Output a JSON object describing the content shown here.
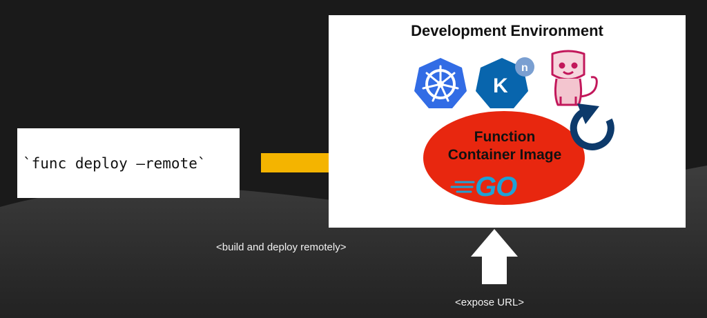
{
  "command": {
    "text": "`func deploy —remote`"
  },
  "environment": {
    "title": "Development Environment"
  },
  "function_image": {
    "line1": "Function",
    "line2": "Container Image",
    "go_logo_text": "GO"
  },
  "icons": {
    "kubernetes": "kubernetes-icon",
    "knative": "knative-icon",
    "knative_superscript": "n",
    "tekton": "tekton-cat-icon",
    "reload": "reload-icon"
  },
  "captions": {
    "build": "<build and deploy remotely>",
    "expose": "<expose URL>"
  },
  "colors": {
    "background": "#1a1a1a",
    "arrow_yellow": "#f4b400",
    "ellipse_red": "#e8270f",
    "kubernetes_blue": "#326ce5",
    "knative_blue": "#0865ad",
    "go_blue": "#1fa2d6",
    "reload_navy": "#0d3a6b"
  }
}
